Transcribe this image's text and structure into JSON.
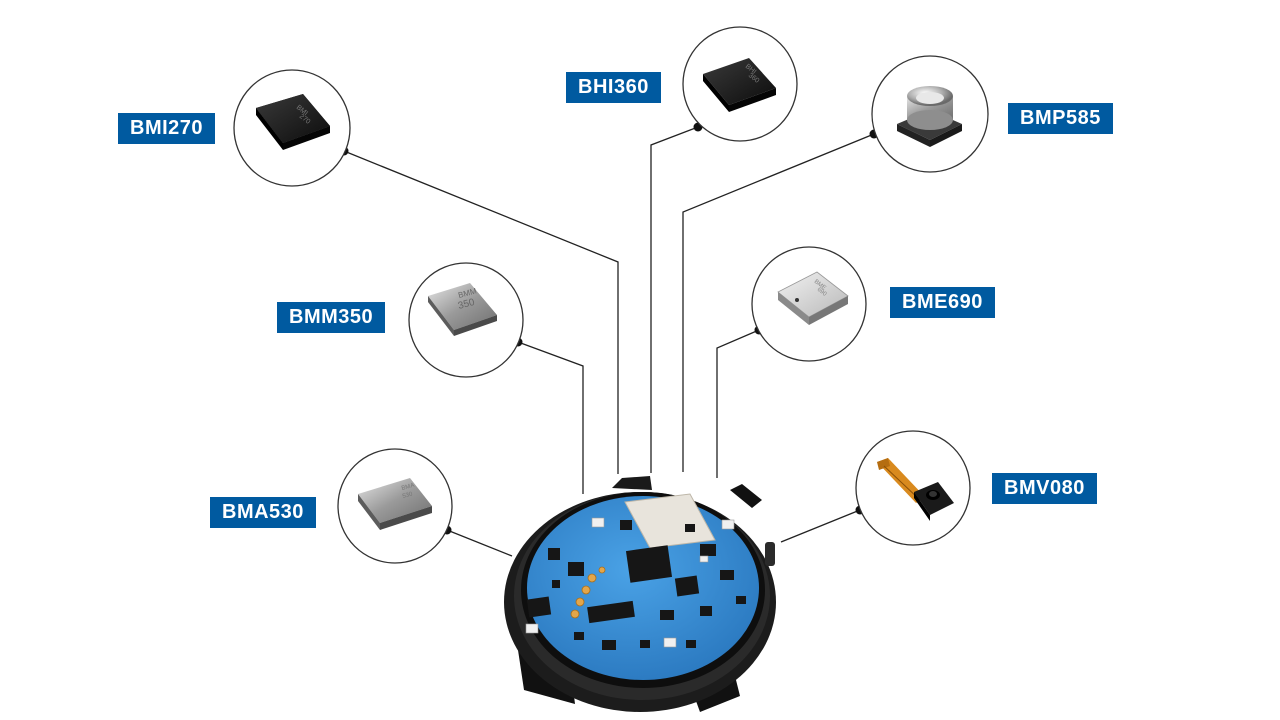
{
  "colors": {
    "label_bg": "#005aa0",
    "label_text": "#ffffff",
    "leader_line": "#222222",
    "pcb": "#3a8fd4",
    "watch_case": "#1a1a1a"
  },
  "sensors": [
    {
      "id": "bmi270",
      "label": "BMI270",
      "chip_marking": [
        "BMI",
        "270"
      ],
      "chip_style": "dark"
    },
    {
      "id": "bhi360",
      "label": "BHI360",
      "chip_marking": [
        "BHI",
        "360"
      ],
      "chip_style": "dark"
    },
    {
      "id": "bmp585",
      "label": "BMP585",
      "chip_marking": [],
      "chip_style": "pressure"
    },
    {
      "id": "bmm350",
      "label": "BMM350",
      "chip_marking": [
        "BMM",
        "350"
      ],
      "chip_style": "silver"
    },
    {
      "id": "bme690",
      "label": "BME690",
      "chip_marking": [
        "BME",
        "690"
      ],
      "chip_style": "metal-can"
    },
    {
      "id": "bma530",
      "label": "BMA530",
      "chip_marking": [
        "BMA",
        "530"
      ],
      "chip_style": "silver"
    },
    {
      "id": "bmv080",
      "label": "BMV080",
      "chip_marking": [],
      "chip_style": "flex-module"
    }
  ]
}
